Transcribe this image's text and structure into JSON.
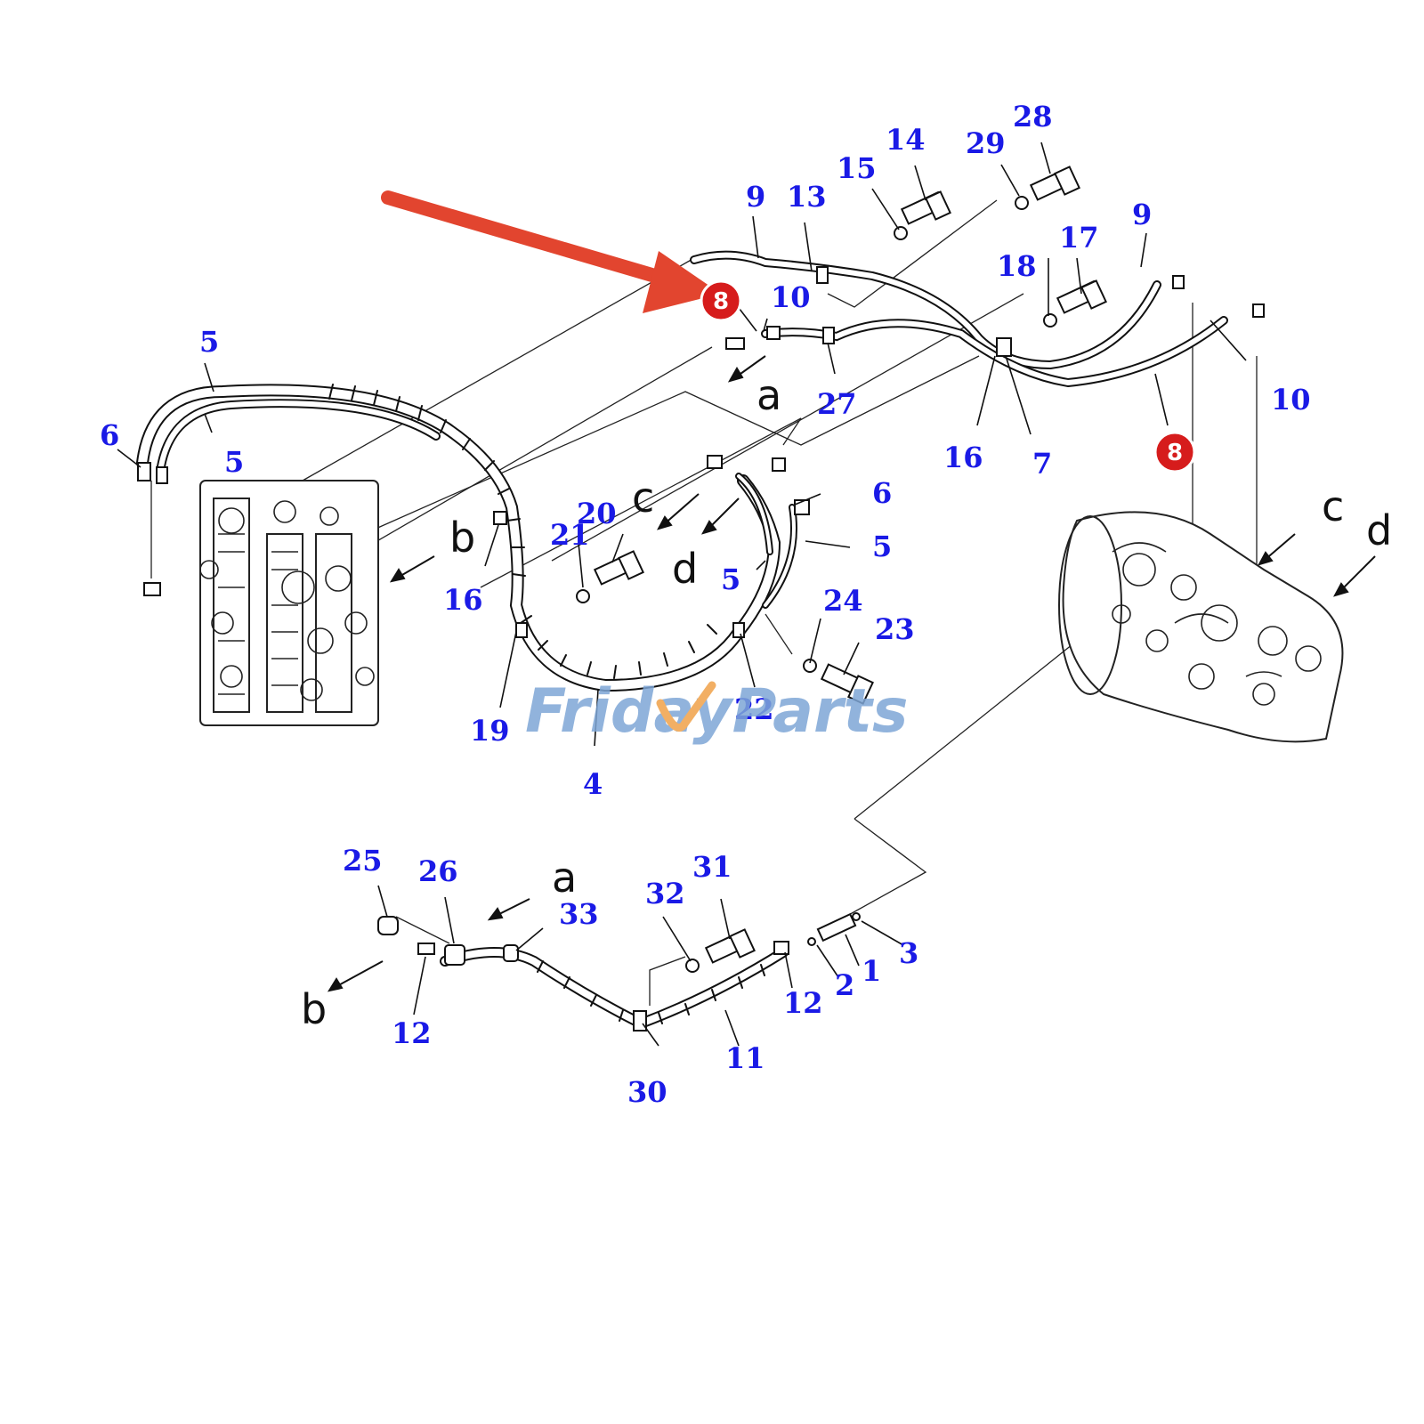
{
  "diagram": {
    "callout_color": "#1a1ae6",
    "highlight_color": "#d61c1c",
    "arrow_color": "#e2452f",
    "watermark": {
      "part1": "Friday",
      "part2": "Parts",
      "color": "#7ea6d6",
      "accent": "#f0a24a"
    },
    "callouts": {
      "c1": "1",
      "c2": "2",
      "c3": "3",
      "c4": "4",
      "c5a": "5",
      "c5b": "5",
      "c5c": "5",
      "c5d": "5",
      "c6a": "6",
      "c6b": "6",
      "c7": "7",
      "c9a": "9",
      "c9b": "9",
      "c10a": "10",
      "c10b": "10",
      "c11": "11",
      "c12a": "12",
      "c12b": "12",
      "c13": "13",
      "c14": "14",
      "c15": "15",
      "c16a": "16",
      "c16b": "16",
      "c17": "17",
      "c18": "18",
      "c19": "19",
      "c20": "20",
      "c21": "21",
      "c22": "22",
      "c23": "23",
      "c24": "24",
      "c25": "25",
      "c26": "26",
      "c27": "27",
      "c28": "28",
      "c29": "29",
      "c30": "30",
      "c31": "31",
      "c32": "32",
      "c33": "33"
    },
    "highlighted": {
      "h1": "8",
      "h2": "8"
    },
    "letters": {
      "a1": "a",
      "a2": "a",
      "b1": "b",
      "b2": "b",
      "c1": "c",
      "c2": "c",
      "d1": "d",
      "d2": "d"
    }
  }
}
